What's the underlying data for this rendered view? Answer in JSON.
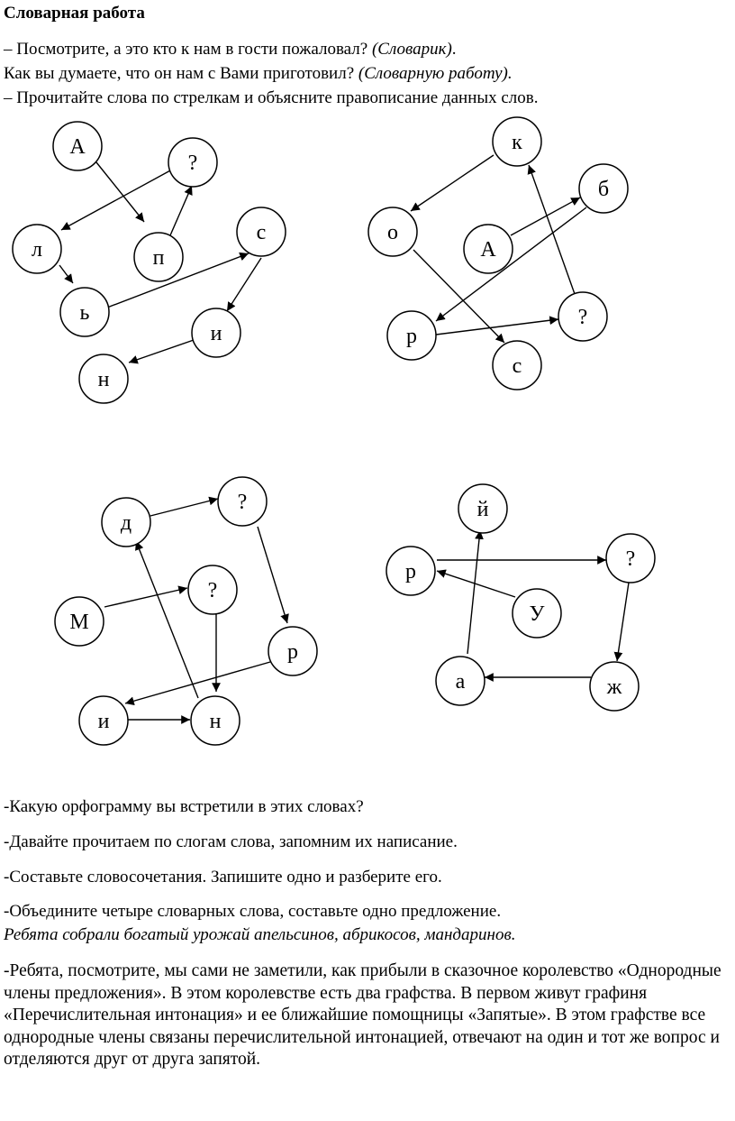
{
  "heading": "Словарная работа",
  "intro": {
    "line1_text": "– Посмотрите, а это кто к нам в гости пожаловал? ",
    "line1_answer": "(Словарик)",
    "line1_end": ".",
    "line2_text": "Как вы думаете, что он нам с Вами приготовил? ",
    "line2_answer": "(Словарную работу).",
    "line3": "– Прочитайте слова по стрелкам и объясните правописание данных слов."
  },
  "diagrams": [
    {
      "nodes": [
        {
          "label": "А"
        },
        {
          "label": "?"
        },
        {
          "label": "л"
        },
        {
          "label": "п"
        },
        {
          "label": "с"
        },
        {
          "label": "ь"
        },
        {
          "label": "и"
        },
        {
          "label": "н"
        }
      ]
    },
    {
      "nodes": [
        {
          "label": "к"
        },
        {
          "label": "б"
        },
        {
          "label": "о"
        },
        {
          "label": "А"
        },
        {
          "label": "р"
        },
        {
          "label": "?"
        },
        {
          "label": "с"
        }
      ]
    },
    {
      "nodes": [
        {
          "label": "д"
        },
        {
          "label": "?"
        },
        {
          "label": "?"
        },
        {
          "label": "М"
        },
        {
          "label": "р"
        },
        {
          "label": "и"
        },
        {
          "label": "н"
        }
      ]
    },
    {
      "nodes": [
        {
          "label": "й"
        },
        {
          "label": "р"
        },
        {
          "label": "?"
        },
        {
          "label": "У"
        },
        {
          "label": "а"
        },
        {
          "label": "ж"
        }
      ]
    }
  ],
  "questions": {
    "q1": "-Какую орфограмму вы встретили в этих словах?",
    "q2": "-Давайте прочитаем по слогам слова, запомним их написание.",
    "q3": "-Составьте словосочетания. Запишите одно и разберите его.",
    "q4": "-Объедините четыре словарных слова, составьте одно предложение.",
    "q4_answer": "Ребята собрали богатый урожай апельсинов, абрикосов, мандаринов.",
    "q5": "-Ребята, посмотрите, мы сами не заметили, как прибыли в сказочное королевство «Однородные члены предложения». В этом королевстве есть два графства. В первом живут графиня «Перечислительная интонация»  и ее ближайшие помощницы «Запятые». В этом графстве все однородные члены связаны перечислительной интонацией, отвечают на один и тот же вопрос и отделяются друг от друга запятой."
  }
}
